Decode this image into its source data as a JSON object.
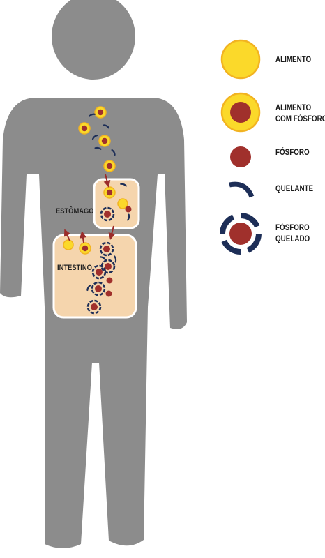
{
  "organs": {
    "stomach_label": "ESTÔMAGO",
    "intestine_label": "INTESTINO"
  },
  "legend": {
    "items": [
      {
        "icon": "food-icon",
        "label_line1": "ALIMENTO",
        "label_line2": ""
      },
      {
        "icon": "food-with-phosphorus-icon",
        "label_line1": "ALIMENTO",
        "label_line2": "COM FÓSFORO"
      },
      {
        "icon": "phosphorus-icon",
        "label_line1": "FÓSFORO",
        "label_line2": ""
      },
      {
        "icon": "chelant-icon",
        "label_line1": "QUELANTE",
        "label_line2": ""
      },
      {
        "icon": "chelated-phosphorus-icon",
        "label_line1": "FÓSFORO",
        "label_line2": "QUELADO"
      }
    ]
  },
  "colors": {
    "body": "#8c8c8c",
    "organ_fill": "#f5d5ad",
    "organ_border": "#ffffff",
    "food_yellow": "#fbd92a",
    "food_ring": "#f2b321",
    "phosphorus_red": "#a0302c",
    "chelant_navy": "#1d2e57",
    "arrow_red": "#9b2c2a"
  }
}
